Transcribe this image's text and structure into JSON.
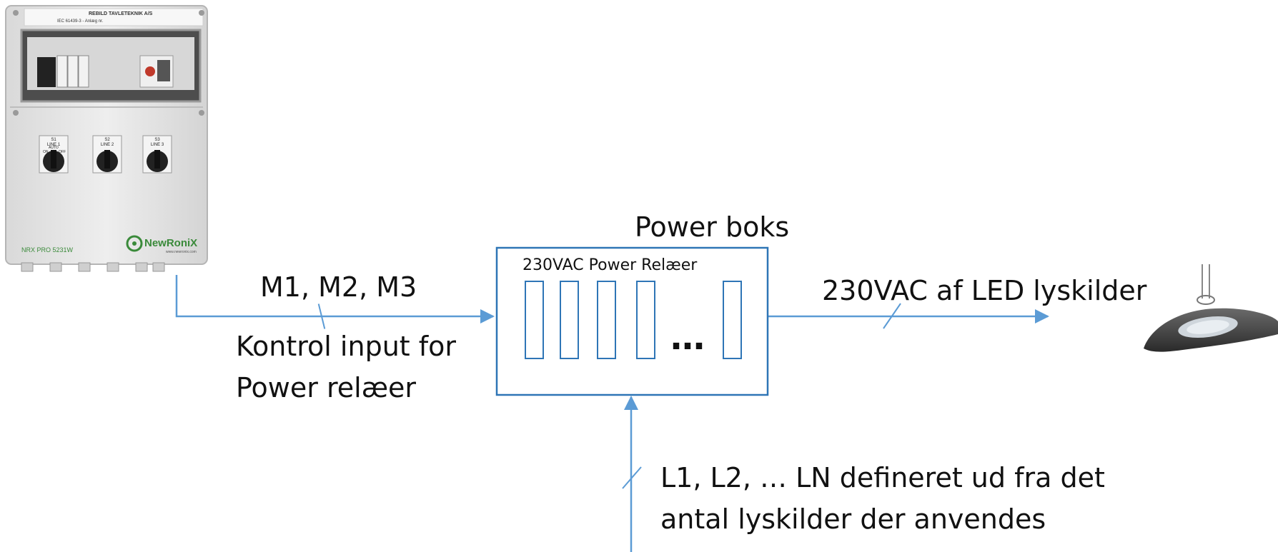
{
  "colors": {
    "line": "#5b9bd5",
    "box_stroke": "#2e75b6",
    "cabinet": "#e6e6e6",
    "knob": "#222222",
    "lamp": "#3a3a3a",
    "logo_green": "#3a8a3a"
  },
  "diagram": {
    "power_box_title": "Power boks",
    "relay_header": "230VAC Power Relæer",
    "relay_ellipsis": "…",
    "input_signal_label": "M1, M2, M3",
    "input_desc_line1": "Kontrol input for",
    "input_desc_line2": "Power relæer",
    "output_label": "230VAC af LED lyskilder",
    "supply_line1": "L1, L2, … LN defineret ud fra det",
    "supply_line2": "antal lyskilder der anvendes"
  },
  "cabinet": {
    "model": "NRX PRO 5231W",
    "brand": "NewRoniX",
    "website": "www.newronix.com",
    "manufacturer": "REBILD TAVLETEKNIK A/S",
    "standard": "IEC 61439-3 - Anlæg nr.",
    "switches": [
      {
        "id": "S1",
        "line": "LINE 1"
      },
      {
        "id": "S2",
        "line": "LINE 2"
      },
      {
        "id": "S3",
        "line": "LINE 3"
      }
    ],
    "switch_positions": {
      "on": "ON",
      "auto": "AUTO",
      "off": "OFF"
    }
  },
  "icons": [
    "control-cabinet-icon",
    "led-highbay-lamp-icon",
    "arrow-icon"
  ]
}
